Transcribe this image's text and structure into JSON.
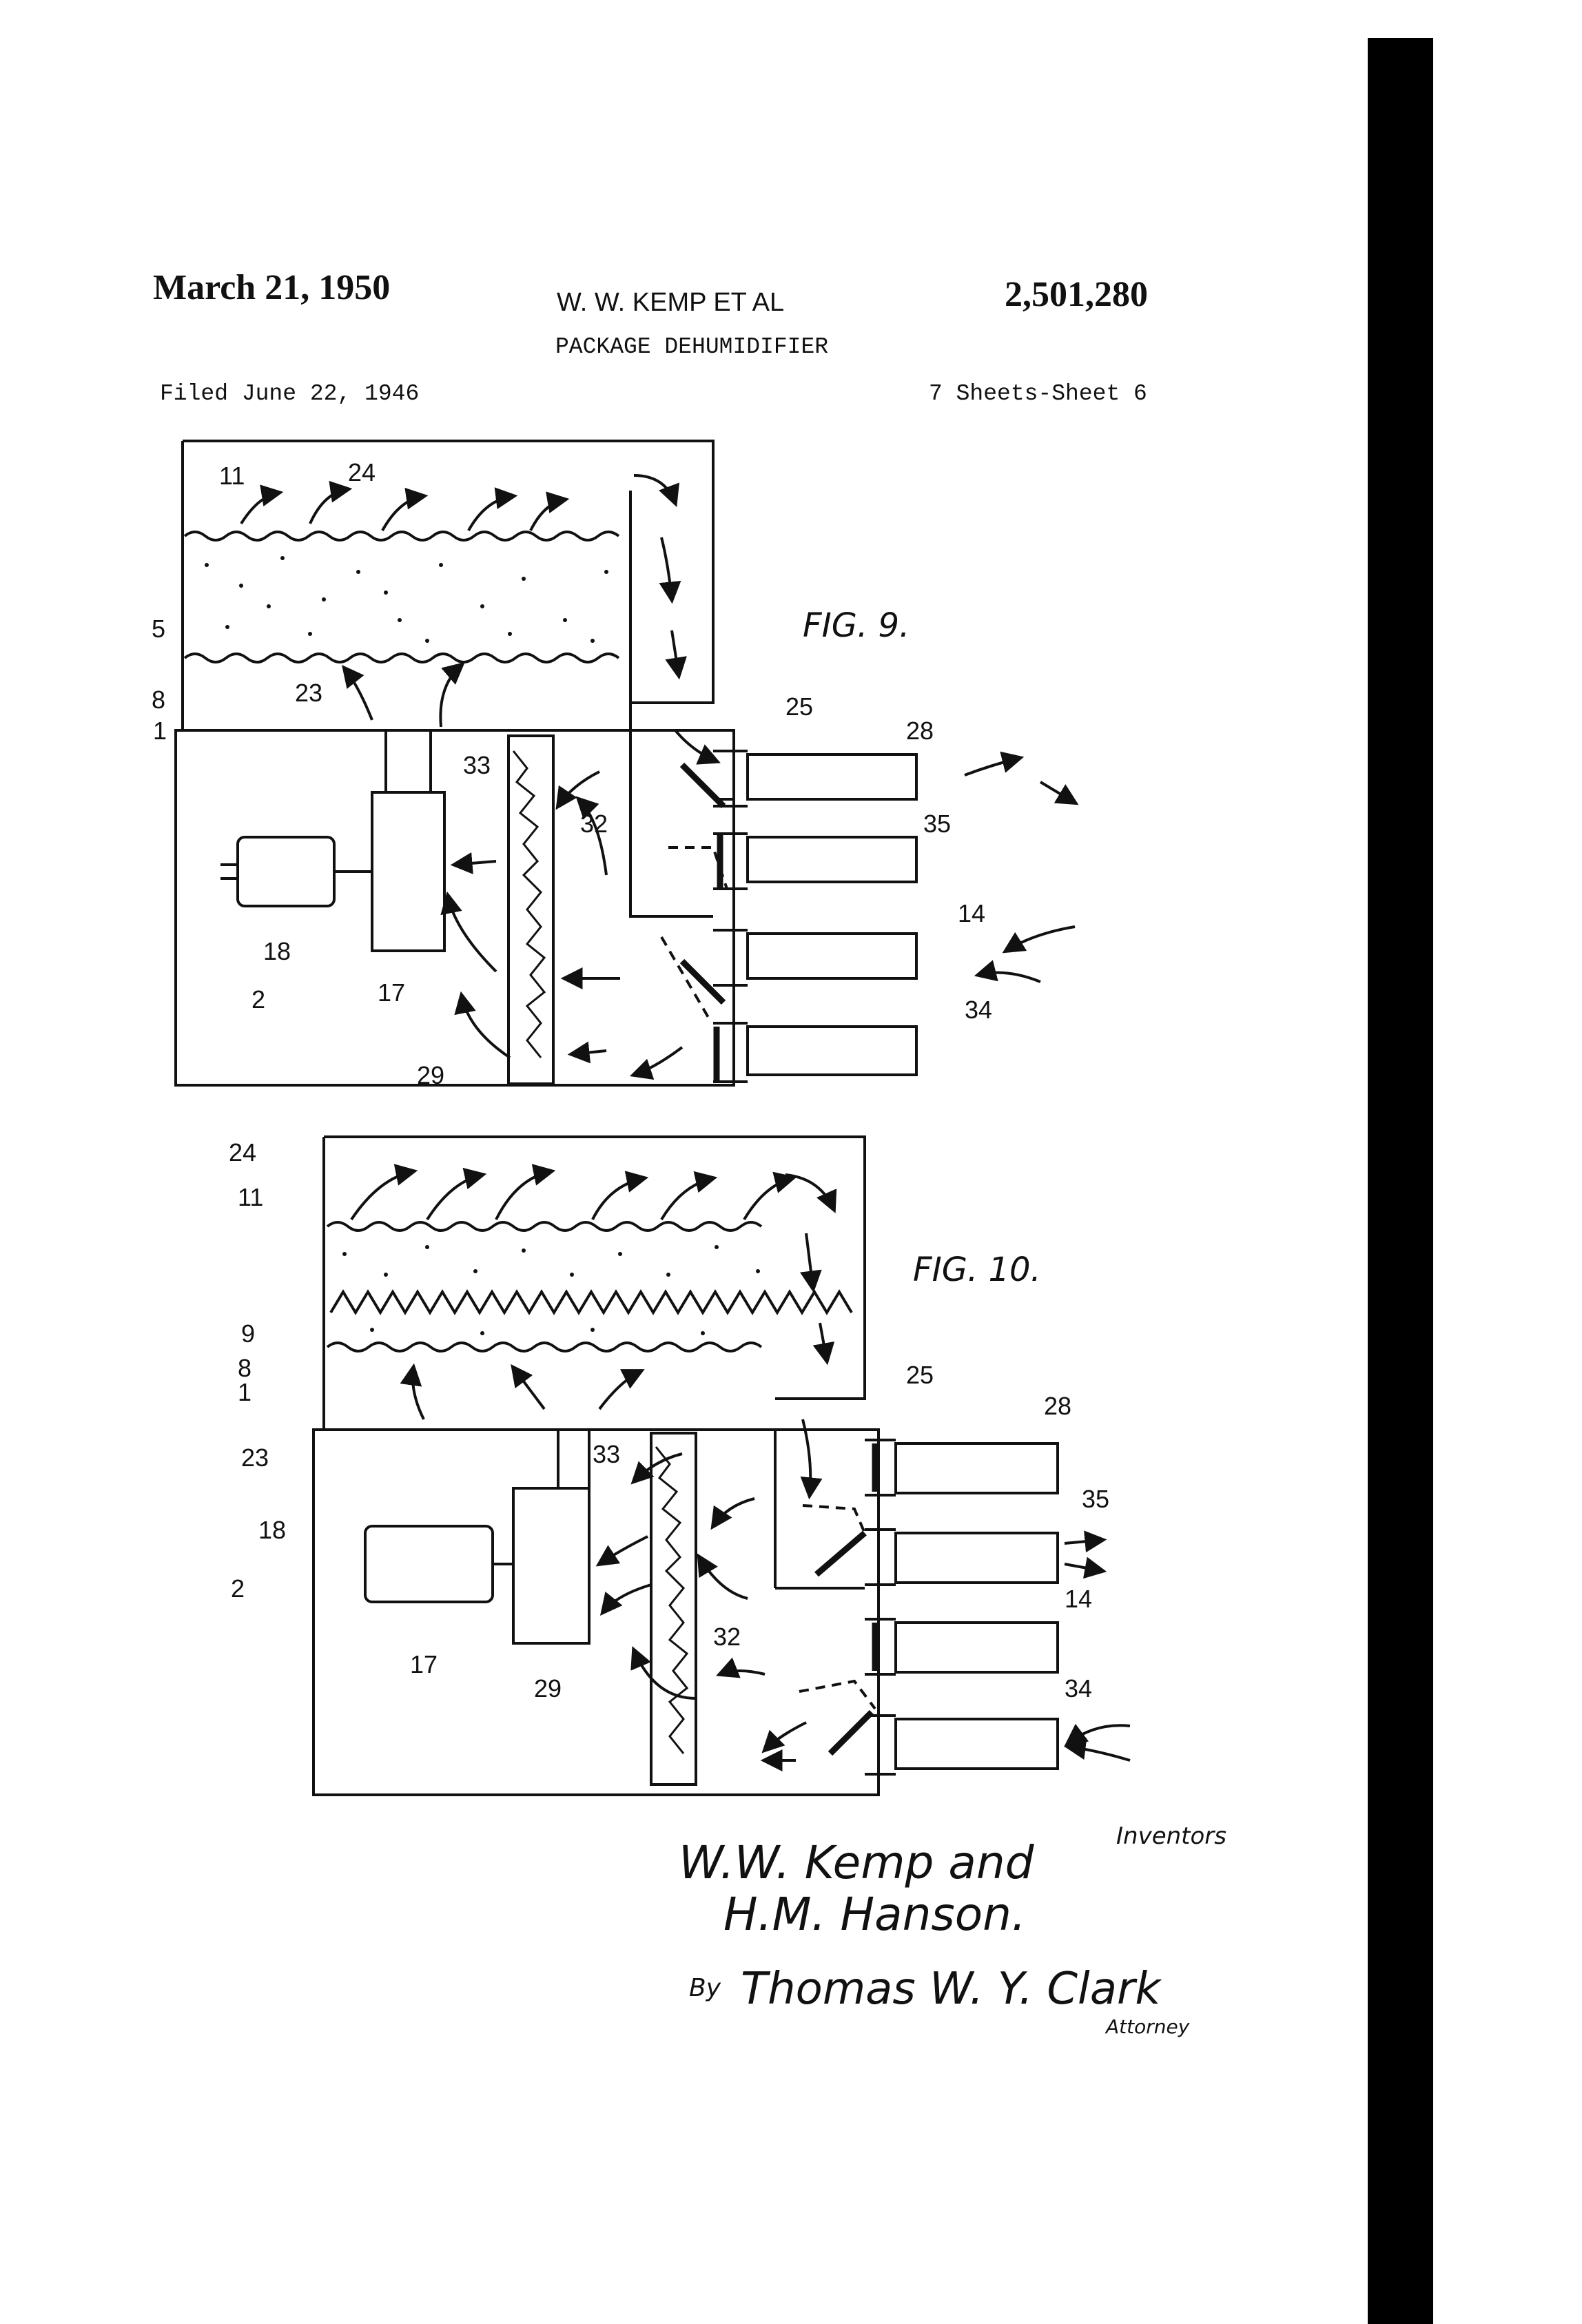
{
  "header": {
    "date": "March 21, 1950",
    "inventors_short": "W. W. KEMP ET AL",
    "patent_number": "2,501,280",
    "title": "PACKAGE DEHUMIDIFIER",
    "filed": "Filed June 22, 1946",
    "sheets": "7 Sheets-Sheet 6"
  },
  "fig9": {
    "caption": "FIG. 9.",
    "labels": [
      "11",
      "24",
      "5",
      "8",
      "23",
      "1",
      "25",
      "28",
      "33",
      "32",
      "35",
      "18",
      "17",
      "14",
      "2",
      "34",
      "29"
    ]
  },
  "fig10": {
    "caption": "FIG. 10.",
    "labels": [
      "24",
      "11",
      "9",
      "8",
      "1",
      "25",
      "28",
      "23",
      "33",
      "35",
      "18",
      "2",
      "14",
      "32",
      "17",
      "29",
      "34"
    ]
  },
  "signature": {
    "inventors_word": "Inventors",
    "names_line1": "W.W. Kemp and",
    "names_line2": "H.M. Hanson.",
    "by": "By",
    "attorney_name": "Thomas W. Y. Clark",
    "attorney_word": "Attorney"
  },
  "colors": {
    "ink": "#111111",
    "paper": "#ffffff",
    "band": "#000000"
  }
}
